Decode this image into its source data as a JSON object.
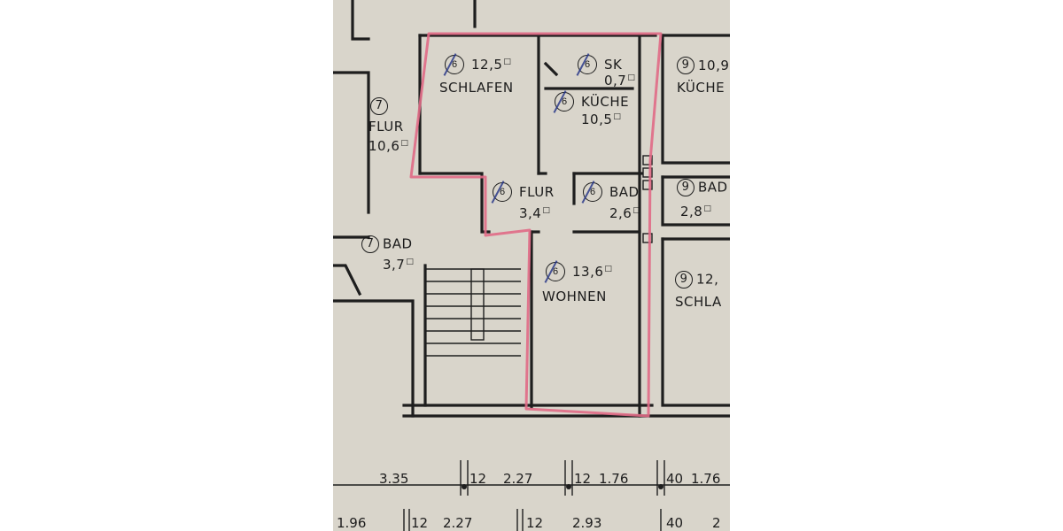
{
  "rooms": {
    "schlafen": {
      "name": "SCHLAFEN",
      "area": "12,5",
      "stamp": "6"
    },
    "sk": {
      "name": "SK",
      "area": "0,7",
      "stamp": "6"
    },
    "kueche": {
      "name": "KÜCHE",
      "area": "10,5",
      "stamp": "6"
    },
    "flur": {
      "name": "FLUR",
      "area": "3,4",
      "stamp": "6"
    },
    "bad": {
      "name": "BAD",
      "area": "2,6",
      "stamp": "6"
    },
    "wohnen": {
      "name": "WOHNEN",
      "area": "13,6",
      "stamp": "6"
    }
  },
  "neighbors": {
    "left_flur": {
      "unit": "7",
      "name": "FLUR",
      "area": "10,6"
    },
    "left_bad": {
      "unit": "7",
      "name": "BAD",
      "area": "3,7"
    },
    "right_kueche": {
      "unit": "9",
      "name": "KÜCHE",
      "area": "10,9"
    },
    "right_bad": {
      "unit": "9",
      "name": "BAD",
      "area": "2,8"
    },
    "right_schla": {
      "unit": "9",
      "name": "SCHLA",
      "area": "12,"
    }
  },
  "dimensions": {
    "row1": [
      "3.35",
      "12",
      "2.27",
      "12",
      "1.76",
      "40",
      "1.76"
    ],
    "row2": [
      "1.96",
      "12",
      "2.27",
      "12",
      "2.93",
      "40",
      "2"
    ]
  },
  "colors": {
    "paper": "#d9d5cb",
    "highlight": "#e06a86",
    "ink": "#1e1e1e"
  }
}
